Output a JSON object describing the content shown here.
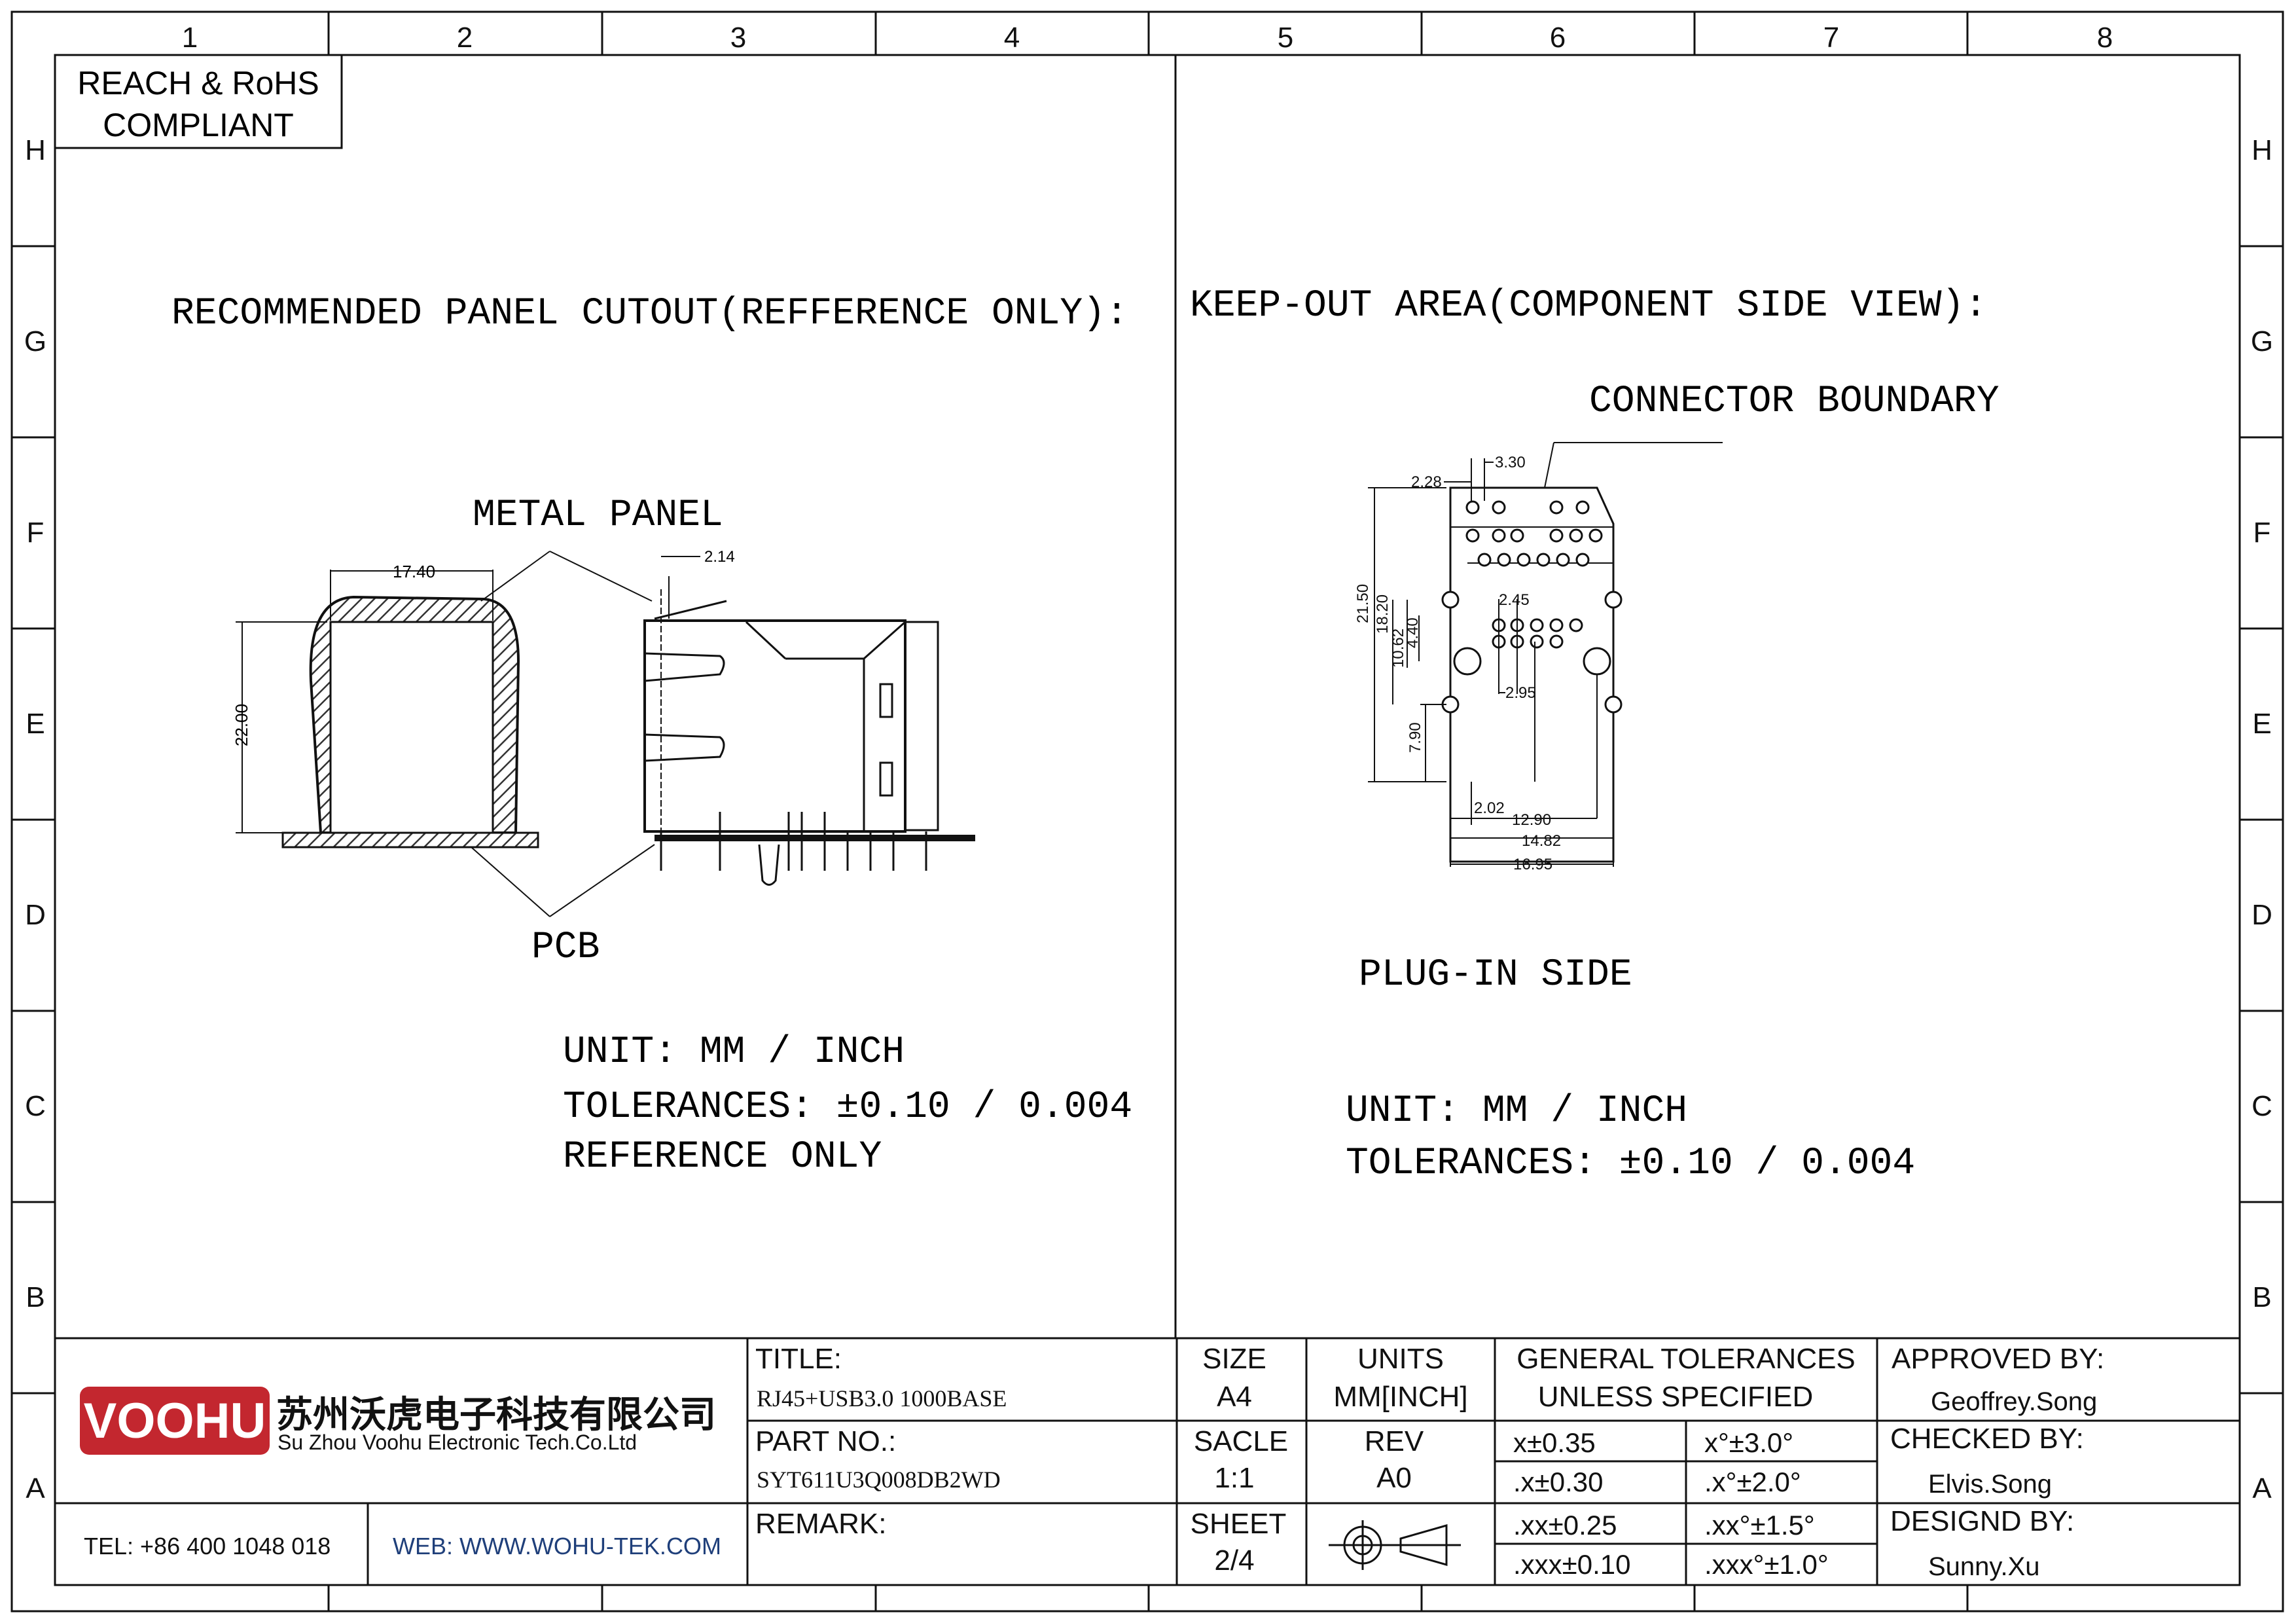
{
  "frame": {
    "columns": [
      "1",
      "2",
      "3",
      "4",
      "5",
      "6",
      "7",
      "8"
    ],
    "rows": [
      "H",
      "G",
      "F",
      "E",
      "D",
      "C",
      "B",
      "A"
    ]
  },
  "compliance": {
    "line1": "REACH & RoHS",
    "line2": "COMPLIANT"
  },
  "left_view": {
    "title": "RECOMMENDED PANEL CUTOUT(REFFERENCE ONLY):",
    "metal_panel_label": "METAL PANEL",
    "pcb_label": "PCB",
    "dims": {
      "width": "17.40",
      "height": "22.00",
      "thickness": "2.14"
    },
    "notes": [
      "UNIT: MM / INCH",
      "TOLERANCES: ±0.10 / 0.004",
      "REFERENCE ONLY"
    ]
  },
  "right_view": {
    "title": "KEEP-OUT AREA(COMPONENT SIDE VIEW):",
    "boundary_label": "CONNECTOR BOUNDARY",
    "plug_in_label": "PLUG-IN SIDE",
    "dims": {
      "d_3_30": "3.30",
      "d_2_28": "2.28",
      "d_21_50": "21.50",
      "d_18_20": "18.20",
      "d_10_62": "10.62",
      "d_4_40": "4.40",
      "d_2_45": "2.45",
      "d_2_95": "2.95",
      "d_7_90": "7.90",
      "d_2_02": "2.02",
      "d_12_90": "12.90",
      "d_14_82": "14.82",
      "d_16_95": "16.95"
    },
    "notes": [
      "UNIT: MM / INCH",
      "TOLERANCES: ±0.10 / 0.004"
    ]
  },
  "title_block": {
    "logo_text": "VOOHU",
    "company_cn": "苏州沃虎电子科技有限公司",
    "company_en": "Su Zhou Voohu Electronic Tech.Co.Ltd",
    "tel": "TEL: +86 400 1048 018",
    "web": "WEB: WWW.WOHU-TEK.COM",
    "title_label": "TITLE:",
    "title_value": "RJ45+USB3.0 1000BASE",
    "part_label": "PART NO.:",
    "part_value": "SYT611U3Q008DB2WD",
    "remark_label": "REMARK:",
    "size_label": "SIZE",
    "size_value": "A4",
    "units_label": "UNITS",
    "units_value": "MM[INCH]",
    "scale_label": "SACLE",
    "scale_value": "1:1",
    "rev_label": "REV",
    "rev_value": "A0",
    "sheet_label": "SHEET",
    "sheet_value": "2/4",
    "tol_header1": "GENERAL TOLERANCES",
    "tol_header2": "UNLESS SPECIFIED",
    "tolerances": [
      [
        "x±0.35",
        "x°±3.0°"
      ],
      [
        ".x±0.30",
        ".x°±2.0°"
      ],
      [
        ".xx±0.25",
        ".xx°±1.5°"
      ],
      [
        ".xxx±0.10",
        ".xxx°±1.0°"
      ]
    ],
    "approved_label": "APPROVED BY:",
    "approved_value": "Geoffrey.Song",
    "checked_label": "CHECKED BY:",
    "checked_value": "Elvis.Song",
    "designed_label": "DESIGND BY:",
    "designed_value": "Sunny.Xu",
    "brand_color": "#c3272f",
    "web_color": "#1f3f7a"
  }
}
